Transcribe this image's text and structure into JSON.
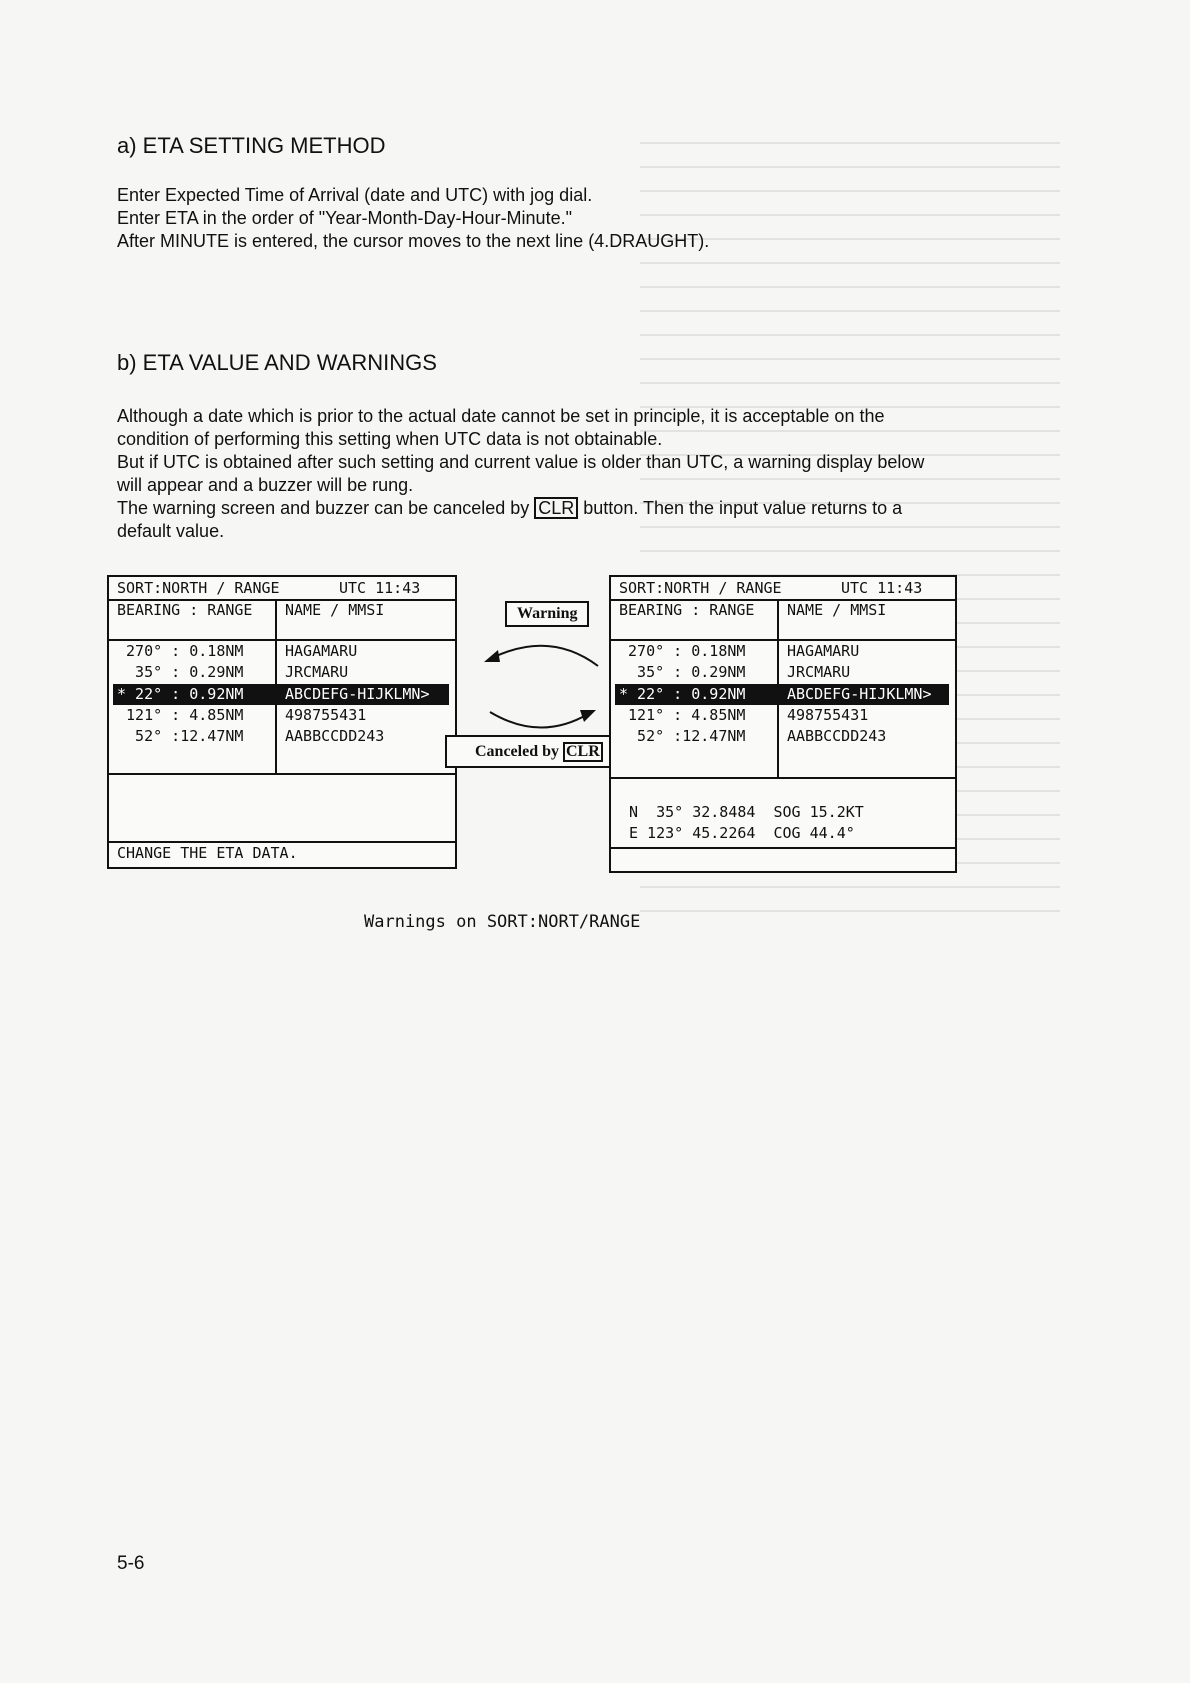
{
  "section_a": {
    "title": "a) ETA SETTING METHOD",
    "lines": [
      "Enter Expected Time of Arrival (date and UTC) with jog dial.",
      "Enter ETA in the order of \"Year-Month-Day-Hour-Minute.\"",
      "After MINUTE is entered, the cursor moves to the next line (4.DRAUGHT)."
    ]
  },
  "section_b": {
    "title": "b) ETA VALUE AND WARNINGS",
    "lines": [
      "Although a date which is prior to the actual date cannot be set in principle, it is acceptable on the",
      "condition of performing this setting when UTC data is not obtainable.",
      "But if UTC is obtained after such setting and current value is older than UTC, a warning display below",
      "will appear and a buzzer will be rung."
    ],
    "cancel_line_pre": "The warning screen and buzzer can be canceled by ",
    "cancel_key": "CLR",
    "cancel_line_post": " button. Then the input value returns to a",
    "last_line": "default value."
  },
  "left_screen": {
    "header": "SORT:NORTH / RANGE",
    "utc": "UTC 11:43",
    "col1": "BEARING : RANGE",
    "col2": "NAME / MMSI",
    "rows": [
      {
        "bearing": " 270° : 0.18NM",
        "name": "HAGAMARU"
      },
      {
        "bearing": "  35° : 0.29NM",
        "name": "JRCMARU"
      },
      {
        "bearing": "* 22° : 0.92NM",
        "name": "ABCDEFG-HIJKLMN>"
      },
      {
        "bearing": " 121° : 4.85NM",
        "name": "498755431"
      },
      {
        "bearing": "  52° :12.47NM",
        "name": "AABBCCDD243"
      }
    ],
    "footer": "CHANGE THE ETA DATA."
  },
  "right_screen": {
    "header": "SORT:NORTH / RANGE",
    "utc": "UTC 11:43",
    "col1": "BEARING : RANGE",
    "col2": "NAME / MMSI",
    "rows": [
      {
        "bearing": " 270° : 0.18NM",
        "name": "HAGAMARU"
      },
      {
        "bearing": "  35° : 0.29NM",
        "name": "JRCMARU"
      },
      {
        "bearing": "* 22° : 0.92NM",
        "name": "ABCDEFG-HIJKLMN>"
      },
      {
        "bearing": " 121° : 4.85NM",
        "name": "498755431"
      },
      {
        "bearing": "  52° :12.47NM",
        "name": "AABBCCDD243"
      }
    ],
    "pos_line1": "N  35° 32.8484  SOG 15.2KT",
    "pos_line2": "E 123° 45.2264  COG 44.4°"
  },
  "warning_label": "Warning",
  "canceled_label_pre": "Canceled by ",
  "canceled_label_key": "CLR",
  "caption": "Warnings on SORT:NORT/RANGE",
  "page_number": "5-6"
}
